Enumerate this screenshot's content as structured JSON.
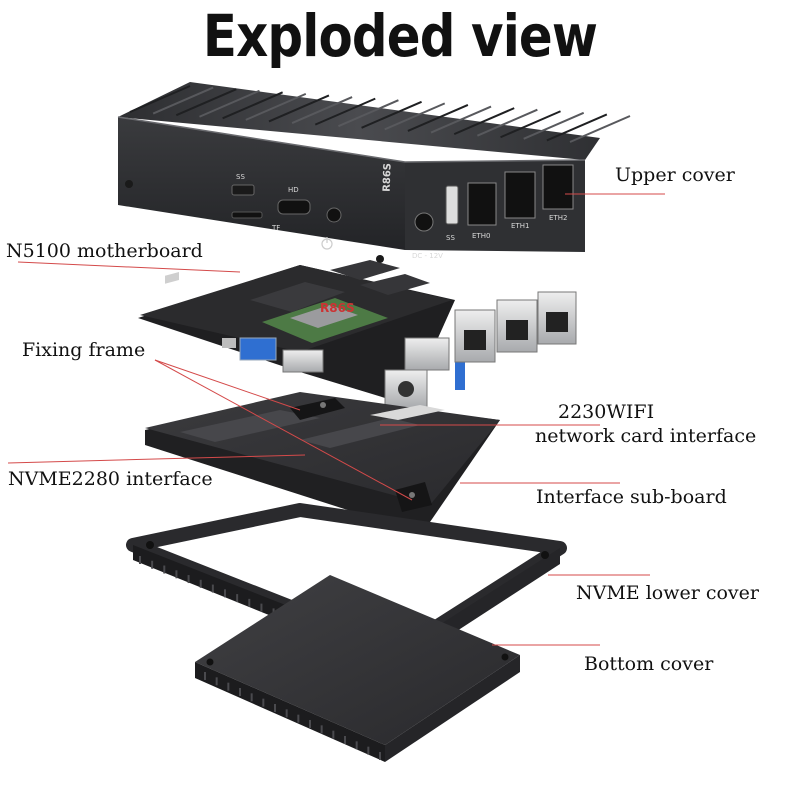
{
  "title": "Exploded view",
  "labels": {
    "upper_cover": "Upper cover",
    "motherboard": "N5100 motherboard",
    "fixing_frame": "Fixing frame",
    "wifi_line1": "2230WIFI",
    "wifi_line2": "network card interface",
    "nvme_interface": "NVME2280 interface",
    "sub_board": "Interface sub-board",
    "nvme_lower_cover": "NVME lower cover",
    "bottom_cover": "Bottom cover"
  },
  "port_labels": {
    "ss_front": "SS",
    "hd": "HD",
    "tf": "TF",
    "dc": "DC - 12V",
    "ss_rear": "SS",
    "eth0": "ETH0",
    "eth1": "ETH1",
    "eth2": "ETH2",
    "brand": "R86S"
  },
  "colors": {
    "leader": "#d44a4a",
    "case_top": "#3c3d40",
    "case_side": "#2a2b2e",
    "pcb_green": "#4d7a45",
    "pcb_dark": "#2b2b2b",
    "port_blue": "#2f6fd1",
    "port_silver": "#c9cbce"
  }
}
